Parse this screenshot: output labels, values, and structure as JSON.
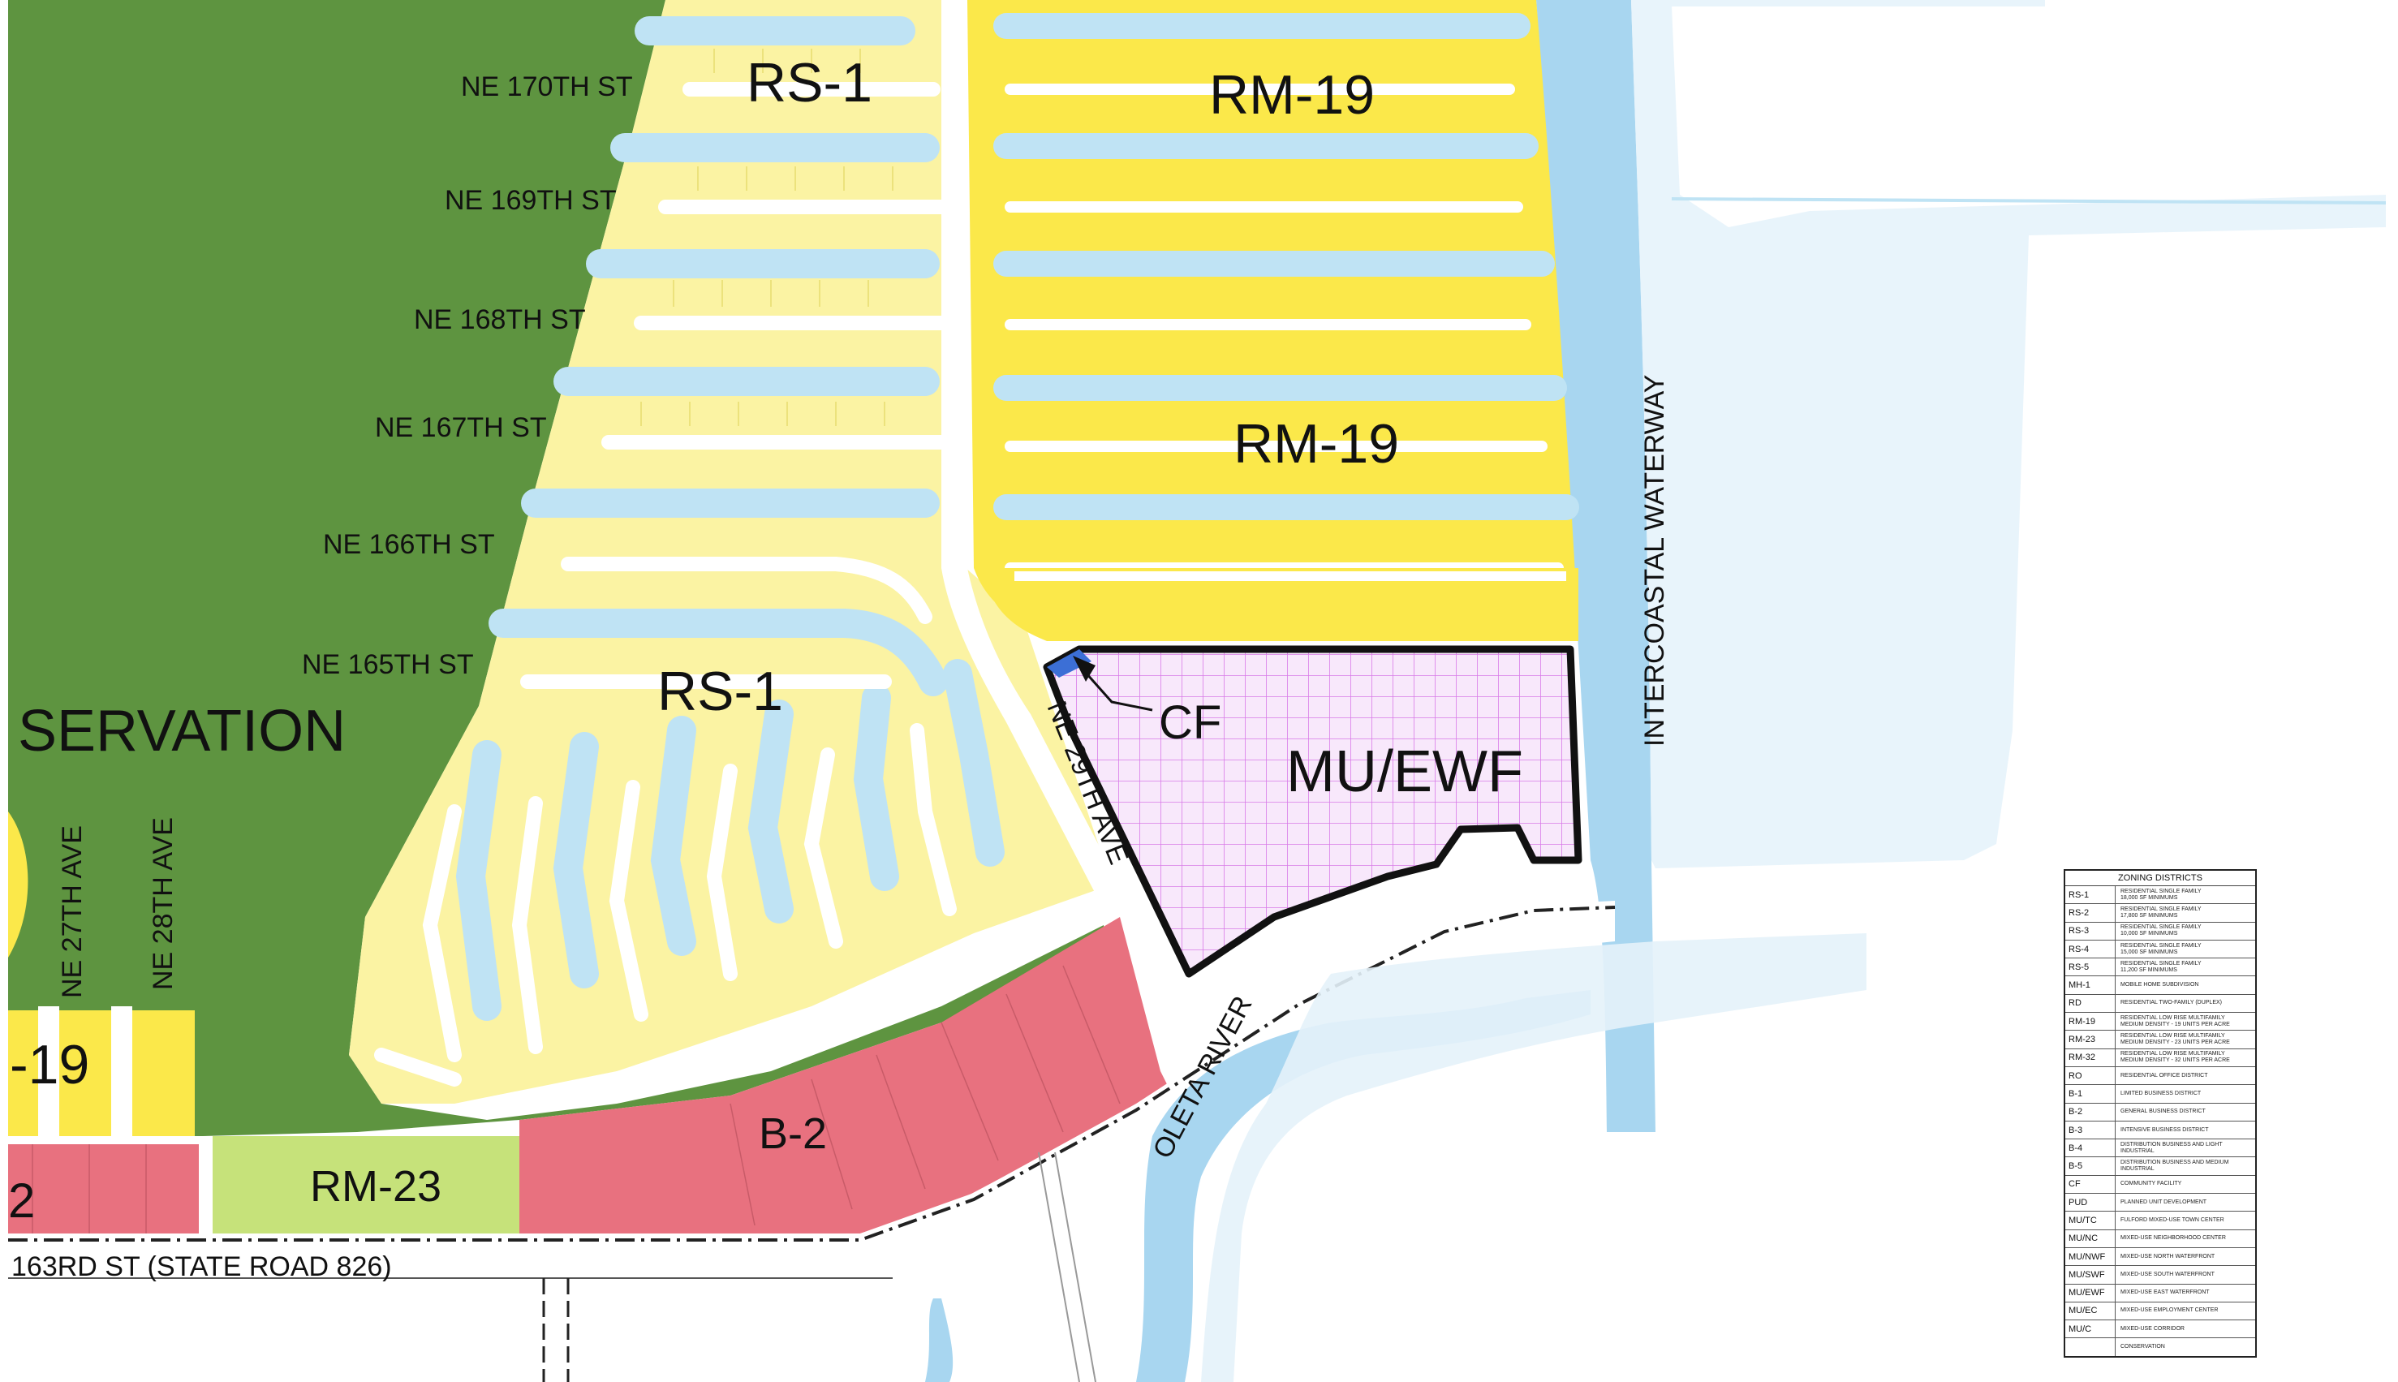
{
  "zones": {
    "rs1_north": "RS-1",
    "rs1_south": "RS-1",
    "rm19_north": "RM-19",
    "rm19_south": "RM-19",
    "rm19_left_fragment": "-19",
    "cf": "CF",
    "mu_ewf": "MU/EWF",
    "b2": "B-2",
    "b2_left_fragment": "2",
    "rm23": "RM-23",
    "conservation_fragment": "SERVATION"
  },
  "streets": {
    "ne170": "NE 170TH ST",
    "ne169": "NE 169TH ST",
    "ne168": "NE 168TH ST",
    "ne167": "NE 167TH ST",
    "ne166": "NE 166TH ST",
    "ne165": "NE 165TH ST",
    "ne27": "NE 27TH AVE",
    "ne28": "NE 28TH AVE",
    "ne29_partial": "NE 29TH AVE",
    "sr826": "163RD ST  (STATE ROAD 826)",
    "river": "OLETA RIVER",
    "waterway": "INTERCOASTAL WATERWAY"
  },
  "legend": {
    "title": "ZONING DISTRICTS",
    "rows": [
      {
        "code": "RS-1",
        "desc": "RESIDENTIAL SINGLE FAMILY\n18,000 SF MINIMUMS"
      },
      {
        "code": "RS-2",
        "desc": "RESIDENTIAL SINGLE FAMILY\n17,800 SF MINIMUMS"
      },
      {
        "code": "RS-3",
        "desc": "RESIDENTIAL SINGLE FAMILY\n10,000 SF MINIMUMS"
      },
      {
        "code": "RS-4",
        "desc": "RESIDENTIAL SINGLE FAMILY\n15,000 SF MINIMUMS"
      },
      {
        "code": "RS-5",
        "desc": "RESIDENTIAL SINGLE FAMILY\n11,200 SF MINIMUMS"
      },
      {
        "code": "MH-1",
        "desc": "MOBILE HOME SUBDIVISION"
      },
      {
        "code": "RD",
        "desc": "RESIDENTIAL TWO-FAMILY (DUPLEX)"
      },
      {
        "code": "RM-19",
        "desc": "RESIDENTIAL LOW RISE MULTIFAMILY\nMEDIUM DENSITY - 19 UNITS PER ACRE"
      },
      {
        "code": "RM-23",
        "desc": "RESIDENTIAL LOW RISE MULTIFAMILY\nMEDIUM DENSITY - 23 UNITS PER ACRE"
      },
      {
        "code": "RM-32",
        "desc": "RESIDENTIAL LOW RISE MULTIFAMILY\nMEDIUM DENSITY - 32 UNITS PER ACRE"
      },
      {
        "code": "RO",
        "desc": "RESIDENTIAL OFFICE DISTRICT"
      },
      {
        "code": "B-1",
        "desc": "LIMITED BUSINESS DISTRICT"
      },
      {
        "code": "B-2",
        "desc": "GENERAL BUSINESS DISTRICT"
      },
      {
        "code": "B-3",
        "desc": "INTENSIVE BUSINESS DISTRICT"
      },
      {
        "code": "B-4",
        "desc": "DISTRIBUTION BUSINESS AND LIGHT INDUSTRIAL"
      },
      {
        "code": "B-5",
        "desc": "DISTRIBUTION BUSINESS AND MEDIUM\nINDUSTRIAL"
      },
      {
        "code": "CF",
        "desc": "COMMUNITY FACILITY"
      },
      {
        "code": "PUD",
        "desc": "PLANNED UNIT DEVELOPMENT"
      },
      {
        "code": "MU/TC",
        "desc": "FULFORD MIXED-USE TOWN CENTER"
      },
      {
        "code": "MU/NC",
        "desc": "MIXED-USE NEIGHBORHOOD CENTER"
      },
      {
        "code": "MU/NWF",
        "desc": "MIXED-USE NORTH WATERFRONT"
      },
      {
        "code": "MU/SWF",
        "desc": "MIXED-USE SOUTH WATERFRONT"
      },
      {
        "code": "MU/EWF",
        "desc": "MIXED-USE EAST WATERFRONT"
      },
      {
        "code": "MU/EC",
        "desc": "MIXED-USE EMPLOYMENT CENTER"
      },
      {
        "code": "MU/C",
        "desc": "MIXED-USE CORRIDOR"
      },
      {
        "code": "",
        "desc": "CONSERVATION"
      }
    ]
  },
  "colors": {
    "conservation": "#5e9440",
    "rs1": "#fbf3a3",
    "rm19": "#fbe84a",
    "rm23": "#c6e27a",
    "b2": "#e8717f",
    "canal": "#bfe3f4",
    "waterway": "#a8d6f0",
    "river": "#a8d6f0",
    "mu_hatch": "#d97be8",
    "cf": "#3c6fd6",
    "road": "#ffffff"
  }
}
